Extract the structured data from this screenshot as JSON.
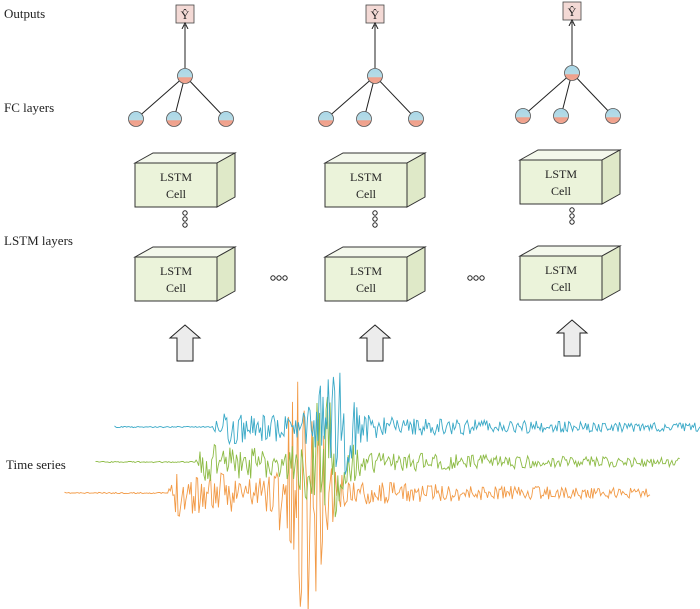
{
  "labels": {
    "outputs": "Outputs",
    "fc_layers": "FC layers",
    "lstm_layers": "LSTM layers",
    "time_series": "Time series"
  },
  "output_symbol": "Ŷ",
  "cell_text": {
    "line1": "LSTM",
    "line2": "Cell"
  },
  "ellipsis_h": "○○○",
  "colors": {
    "box_face": "#ebf3da",
    "box_top": "#f4f8ec",
    "box_side": "#dfe9c8",
    "output_box": "#f3d9d5",
    "node_top": "#a9d7e8",
    "node_bottom": "#ef9f8a",
    "arrow_fill": "#ececec",
    "wave_blue": "#3aa9c7",
    "wave_green": "#8dbb45",
    "wave_orange": "#f29a46"
  },
  "columns": [
    "column-1",
    "column-2",
    "column-3"
  ]
}
